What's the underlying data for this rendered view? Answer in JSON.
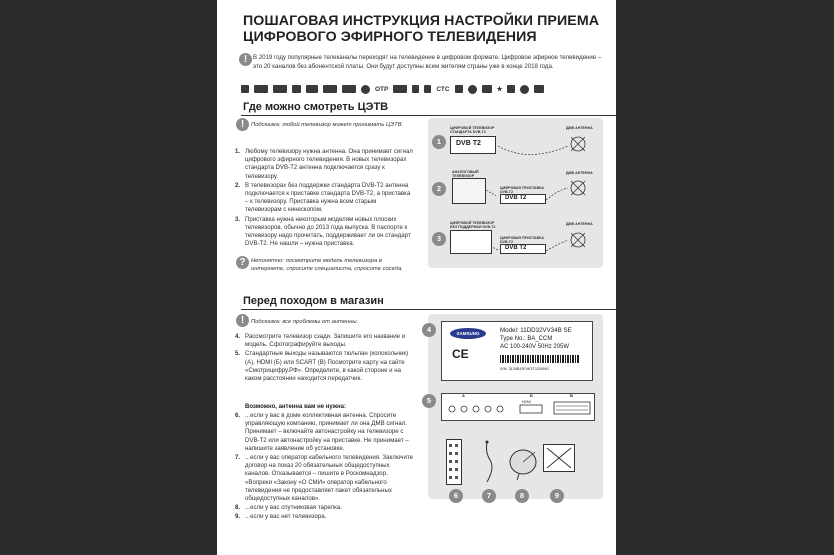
{
  "title": "ПОШАГОВАЯ ИНСТРУКЦИЯ НАСТРОЙКИ ПРИЕМА ЦИФРОВОГО ЭФИРНОГО ТЕЛЕВИДЕНИЯ",
  "intro": "В 2019 году популярные телеканалы переходят на телевидение в цифровом формате. Цифровое эфирное телевидение – это 20 каналов без абонентской платы. Они будут доступны всем жителям страны уже в конце 2018 года.",
  "channel_logos": [
    "Первый",
    "Россия 1",
    "Матч!",
    "НТВ",
    "Пятый",
    "Россия К",
    "Россия 24",
    "Карусель",
    "ОТР",
    "ТВЦ",
    "РЕН ТВ",
    "Спас",
    "СТС",
    "Домашний",
    "ТВ3",
    "Пятница",
    "Звезда",
    "Мир",
    "ТНТ",
    "Муз ТВ"
  ],
  "section1": {
    "heading": "Где можно смотреть ЦЭТВ",
    "hint": "Подсказка: любой телевизор может принимать ЦЭТВ.",
    "items": [
      {
        "num": "1.",
        "text": "Любому телевизору нужна антенна. Она принимает сигнал цифрового эфирного телевидения. В новых телевизорах стандарта DVB-T2 антенна подключается сразу к телевизору."
      },
      {
        "num": "2.",
        "text": "В телевизорах без поддержки стандарта DVB-T2 антенна подключается к приставке стандарта DVB-T2, а приставка – к телевизору. Приставка нужна всем старым телевизорам с кинескопом."
      },
      {
        "num": "3.",
        "text": "Приставка нужна некоторым моделям новых плоских телевизоров, обычно до 2013 года выпуска. В паспорте к телевизору надо прочитать, поддерживает ли он стандарт DVB-T2. Не нашли – нужна приставка."
      }
    ],
    "note": "Непонятно: посмотрите модель телевизора в интернете, спросите специалиста, спросите соседа.",
    "diagram": {
      "n1": "1",
      "n2": "2",
      "n3": "3",
      "tv_label_1": "ЦИФРОВОЙ ТЕЛЕВИЗОР СТАНДАРТА DVB-T2",
      "tv_label_2": "АНАЛОГОВЫЙ ТЕЛЕВИЗОР",
      "tv_label_3": "ЦИФРОВОЙ ТЕЛЕВИЗОР БЕЗ ПОДДЕРЖКИ DVB-T2",
      "box_label": "ЦИФРОВАЯ ПРИСТАВКА DVB-T2",
      "antenna_label": "ДМВ АНТЕННА",
      "dvb": "DVB T2"
    }
  },
  "section2": {
    "heading": "Перед походом в магазин",
    "hint": "Подсказка: все проблемы от антенны.",
    "items": [
      {
        "num": "4.",
        "text": "Рассмотрите телевизор сзади. Запишите его название и модель. Сфотографируйте выходы."
      },
      {
        "num": "5.",
        "text": "Стандартные выходы называются тюльпан (колокольчик) (А), HDMI (Б) или SCART (В) Посмотрите карту на сайте «Смотрицифру.РФ». Определите, в какой стороне и на каком расстоянии находится передатчик."
      }
    ],
    "subheading": "Возможно, антенна вам не нужна:",
    "items2": [
      {
        "num": "6.",
        "text": "...если у вас в доме коллективная антенна. Спросите управляющую компанию, принимает ли она ДМВ сигнал. Принимает – включайте автонастройку на телевизоре с DVB-T2 или автонастройку на приставке. Не принимает – напишите заявление об установке."
      },
      {
        "num": "7.",
        "text": "...если у вас оператор кабельного телевидения. Заключите договор на показ 20 обязательных общедоступных каналов. Отказывается – пишите в Роскомнадзор. «Вопреки «Закону «О СМИ» оператор кабельного телевидения не предоставляет пакет обязательных общедоступных каналов»."
      },
      {
        "num": "8.",
        "text": "...если у вас спутниковая тарелка."
      },
      {
        "num": "9.",
        "text": "...если у вас нет телевизора."
      }
    ],
    "sticker": {
      "brand": "SAMSUNG",
      "model": "Model: 11DD32VV34B SE",
      "type": "Type No.: BA_CCM",
      "power": "AC 100-240V 50Hz 205W",
      "serial": "S/N: 3134BJ0F4K3T1200NG",
      "ce": "CE"
    },
    "ports": {
      "a": "А",
      "b": "Б",
      "c": "В",
      "hdmi": "HDMI"
    },
    "badges": [
      "4",
      "5",
      "6",
      "7",
      "8",
      "9"
    ]
  }
}
